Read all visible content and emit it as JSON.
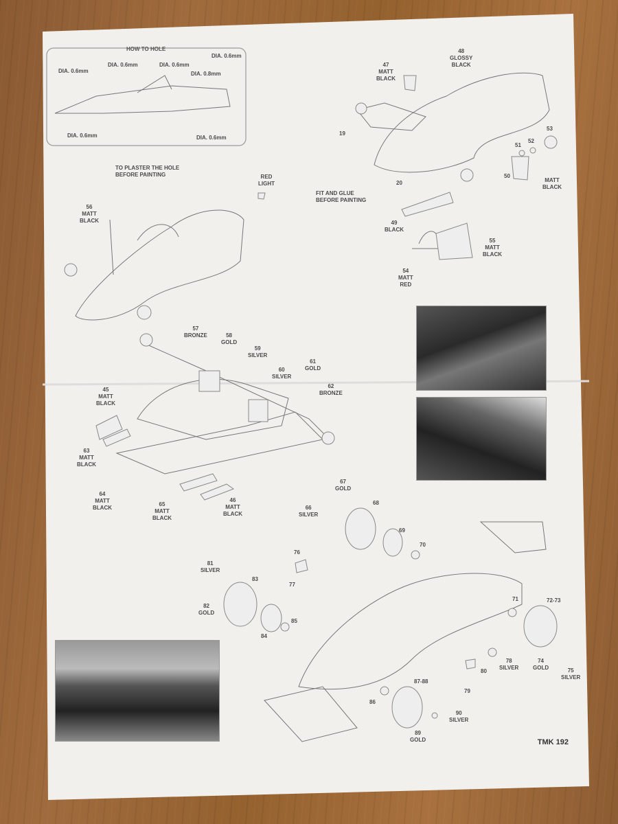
{
  "sheet": {
    "code": "TMK 192",
    "how_to_hole": {
      "title": "HOW TO HOLE",
      "labels": [
        "DIA. 0.6mm",
        "DIA. 0.6mm",
        "DIA. 0.6mm",
        "DIA. 0.6mm",
        "DIA. 0.8mm",
        "DIA. 0.6mm",
        "DIA. 0.6mm"
      ]
    },
    "notes": {
      "plaster": "TO PLASTER THE HOLE\nBEFORE PAINTING",
      "fit_glue": "FIT AND GLUE\nBEFORE PAINTING",
      "red_light": "RED\nLIGHT"
    },
    "parts": [
      "47\nMATT\nBLACK",
      "48\nGLOSSY\nBLACK",
      "19",
      "20",
      "53",
      "51",
      "52",
      "50",
      "MATT\nBLACK",
      "49\nBLACK",
      "55\nMATT\nBLACK",
      "54\nMATT\nRED",
      "56\nMATT\nBLACK",
      "57\nBRONZE",
      "58\nGOLD",
      "59\nSILVER",
      "60\nSILVER",
      "61\nGOLD",
      "62\nBRONZE",
      "45\nMATT\nBLACK",
      "63\nMATT\nBLACK",
      "64\nMATT\nBLACK",
      "65\nMATT\nBLACK",
      "46\nMATT\nBLACK",
      "67\nGOLD",
      "66\nSILVER",
      "68",
      "69",
      "70",
      "76",
      "77",
      "81\nSILVER",
      "83",
      "82\nGOLD",
      "84",
      "85",
      "71",
      "72-73",
      "78\nSILVER",
      "74\nGOLD",
      "75\nSILVER",
      "80",
      "79",
      "87-88",
      "86",
      "90\nSILVER",
      "89\nGOLD"
    ]
  }
}
